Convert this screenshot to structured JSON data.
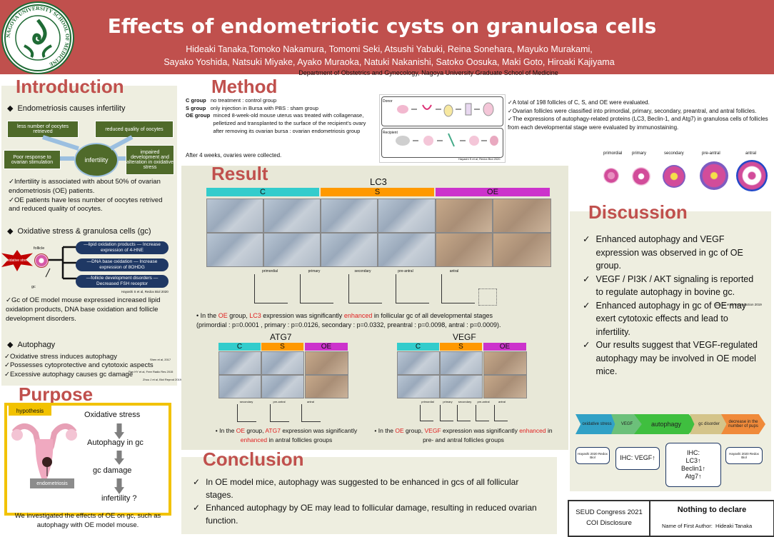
{
  "header": {
    "title": "Effects of endometriotic cysts on granulosa cells",
    "authors_line1": "Hideaki Tanaka,Tomoko Nakamura, Tomomi Seki, Atsushi Yabuki, Reina Sonehara, Mayuko Murakami,",
    "authors_line2": "Sayako Yoshida, Natsuki Miyake, Ayako Muraoka, Natuki Nakanishi, Satoko Oosuka, Maki Goto, Hiroaki Kajiyama",
    "affiliation": "Department of Obstetrics and Gynecology, Nagoya University Graduate School of Medicine",
    "logo_text": "NAGOYA UNIVERSITY SCHOOL OF MEDICINE",
    "colors": {
      "header_bg": "#c0504d",
      "section_title": "#c0504d",
      "panel_bg": "#eeeee0",
      "navy": "#1f3864",
      "green": "#4f6a2a"
    }
  },
  "introduction": {
    "title": "Introduction",
    "point1": "Endometriosis causes infertility",
    "diagram": {
      "box_left_top": "less number of oocytes retrieved",
      "box_right_top": "reduced quality of oocytes",
      "box_left_bottom": "Poor response to ovarian stimulation",
      "center": "infertility",
      "box_right_bottom": "impaired development and alteration in oxidative stress"
    },
    "checks1": [
      "Infertility is associated with about 50% of ovarian endometriosis (OE) patients.",
      "OE patients have less number of oocytes retrived and reduced quality of oocytes."
    ],
    "point2": "Oxidative stress & granulosa cells (gc)",
    "ox_diagram": {
      "stress_label": "Oxidative stress",
      "follicle_label": "follicle",
      "gc_label": "gc",
      "box1": "—lipid oxidation products — Increase expression of 4-HNE",
      "box2": "—DNA base oxidation — Increase expression of 8OHDG",
      "box3": "—follicle development disorders — Decreased FSH receptor",
      "ref": "Hayashi S et al, Redox Biol 2020"
    },
    "checks2": [
      "Gc of OE model mouse expressed increased lipid oxidation products, DNA base oxidation and follicle development disorders."
    ],
    "point3": "Autophagy",
    "checks3": [
      "Oxidative stress induces autophagy",
      "Possesses cytoprotective and cytotoxic aspects",
      "Excessive autophagy causes gc damage"
    ],
    "refs3": [
      "Shen et al, 2017",
      "Pan HY et al, Free Radic Res 2015",
      "Zhou J et al, Biol Reprod 2019"
    ]
  },
  "purpose": {
    "title": "Purpose",
    "hypothesis_label": "hypothesis",
    "flow": [
      "Oxidative stress",
      "Autophagy in gc",
      "gc damage",
      "infertility ?"
    ],
    "endometriosis_label": "endometriosis",
    "summary": "We investigated the effects of OE on gc, such as autophagy with OE model mouse."
  },
  "method": {
    "title": "Method",
    "groups": [
      {
        "label": "C group",
        "text": "no treatment : control group"
      },
      {
        "label": "S group",
        "text": "only injection in Bursa with PBS : sham group"
      },
      {
        "label": "OE group",
        "text": "minced 8-week-old mouse uterus was treated with collagenase, pelletized and transplanted to the surface of the recipient's ovary after removing its ovarian bursa : ovarian endometriosis group"
      }
    ],
    "after": "After 4 weeks, ovaries were collected.",
    "schema_labels": [
      "Donor",
      "Recipient"
    ],
    "schema_ref": "Hayashi S et al, Redox Biol 2020",
    "checks": [
      "A total of 198 follicles of C, S, and OE were evaluated.",
      "Ovarian follicles were classified into primordial, primary, secondary, preantral, and antral follicles.",
      "The expressions of autophagy-related proteins (LC3, Beclin-1, and Atg7) in granulosa cells of follicles from each developmental stage were evaluated by immunostaining."
    ],
    "stages": [
      "primordial",
      "primary",
      "secondary",
      "pre-antral",
      "antral"
    ]
  },
  "result": {
    "title": "Result",
    "lc3": {
      "title": "LC3",
      "groups": [
        "C",
        "S",
        "OE"
      ],
      "graph_titles": [
        "primordial",
        "primary",
        "secondary",
        "pre-antral",
        "antral"
      ],
      "text_pre": "In the ",
      "text_oe": "OE",
      "text_mid1": " group, ",
      "text_marker": "LC3",
      "text_mid2": " expression was significantly ",
      "text_enh": "enhanced",
      "text_post": " in follicular gc of all developmental stages",
      "pvalues": "(primordial : p=0.0001 , primary : p=0.0126, secondary : p=0.0332, preantral : p=0.0098, antral : p=0.0009)."
    },
    "atg7": {
      "title": "ATG7",
      "groups": [
        "C",
        "S",
        "OE"
      ],
      "graph_titles": [
        "secondary",
        "pre-antral",
        "antral"
      ],
      "text_pre": "In the ",
      "text_oe": "OE",
      "text_mid1": " group, ",
      "text_marker": "ATG7",
      "text_mid2": " expression was significantly ",
      "text_enh": "enhanced",
      "text_post": " in antral follicles groups"
    },
    "vegf": {
      "title": "VEGF",
      "groups": [
        "C",
        "S",
        "OE"
      ],
      "graph_titles": [
        "primordial",
        "primary",
        "secondary",
        "pre-antral",
        "antral"
      ],
      "text_pre": "In the ",
      "text_oe": "OE",
      "text_mid1": " group, ",
      "text_marker": "VEGF",
      "text_mid2": " expression was significantly ",
      "text_enh": "enhanced",
      "text_post": " in pre- and antral follicles groups"
    },
    "group_colors": {
      "C": "#33cccc",
      "S": "#ff9900",
      "OE": "#cc33cc"
    }
  },
  "conclusion": {
    "title": "Conclusion",
    "checks": [
      "In OE model mice, autophagy was suggested to be enhanced in gcs of all follicular stages.",
      "Enhanced autophagy by OE may lead to follicular damage, resulting in reduced ovarian function."
    ]
  },
  "discussion": {
    "title": "Discussion",
    "checks": [
      "Enhanced autophagy and VEGF expression was observed in gc of OE group.",
      "VEGF / PI3K / AKT signaling is reported to regulate autophagy in bovine gc.",
      "Enhanced autophagy in gc of OE may exert cytotoxic effects and lead to infertility.",
      "Our results suggest that VEGF-regulated autophagy may be involved in OE model mice."
    ],
    "ref": "Lijun Na et al, Reproduction 2019",
    "flow": [
      "oxidative stress",
      "VEGF",
      "autophagy",
      "gc disorder",
      "decrease in the number of pups"
    ],
    "ihc1": "IHC: VEGF↑",
    "ihc2_l1": "IHC:",
    "ihc2_l2": "LC3↑",
    "ihc2_l3": "Beclin1↑",
    "ihc2_l4": "Atg7↑",
    "ref_left": "Hayashi 2020 Redox Biol",
    "ref_right": "Hayashi 2020 Redox Biol"
  },
  "coi": {
    "congress": "SEUD Congress 2021",
    "disclosure": "COI Disclosure",
    "nothing": "Nothing to declare",
    "name_label": "Name of First Author:",
    "name": "Hideaki Tanaka"
  }
}
